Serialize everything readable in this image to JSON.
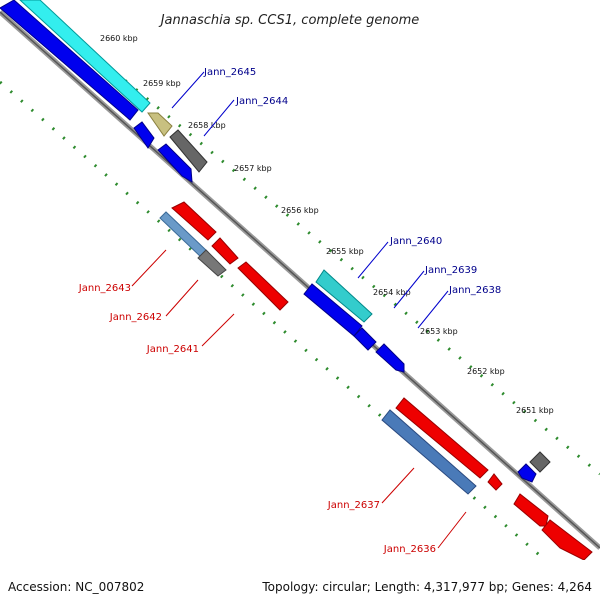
{
  "title": "Jannaschia sp. CCS1, complete genome",
  "footer": {
    "accession": "Accession: NC_007802",
    "topology": "Topology: circular; Length: 4,317,977 bp; Genes: 4,264"
  },
  "ticks": [
    "2660 kbp",
    "2659 kbp",
    "2658 kbp",
    "2657 kbp",
    "2656 kbp",
    "2655 kbp",
    "2654 kbp",
    "2653 kbp",
    "2652 kbp",
    "2651 kbp"
  ],
  "colors": {
    "forward_label": "#00008b",
    "reverse_label": "#cc0000",
    "backbone": "#888888",
    "dots": "#2e8b2e"
  },
  "genes": [
    {
      "id": "Jann_2645",
      "color": "#0000ee",
      "strand": "+",
      "label": "Jann_2645"
    },
    {
      "id": "Jann_2644",
      "color": "#0000ee",
      "strand": "+",
      "label": "Jann_2644"
    },
    {
      "id": "Jann_2640",
      "color": "#0000ee",
      "strand": "+",
      "label": "Jann_2640"
    },
    {
      "id": "Jann_2639",
      "color": "#0000ee",
      "strand": "+",
      "label": "Jann_2639"
    },
    {
      "id": "Jann_2638",
      "color": "#0000ee",
      "strand": "+",
      "label": "Jann_2638"
    },
    {
      "id": "Jann_2643",
      "color": "#ee0000",
      "strand": "-",
      "label": "Jann_2643"
    },
    {
      "id": "Jann_2642",
      "color": "#ee0000",
      "strand": "-",
      "label": "Jann_2642"
    },
    {
      "id": "Jann_2641",
      "color": "#ee0000",
      "strand": "-",
      "label": "Jann_2641"
    },
    {
      "id": "Jann_2637",
      "color": "#ee0000",
      "strand": "-",
      "label": "Jann_2637"
    },
    {
      "id": "Jann_2636",
      "color": "#ee0000",
      "strand": "-",
      "label": "Jann_2636"
    }
  ]
}
